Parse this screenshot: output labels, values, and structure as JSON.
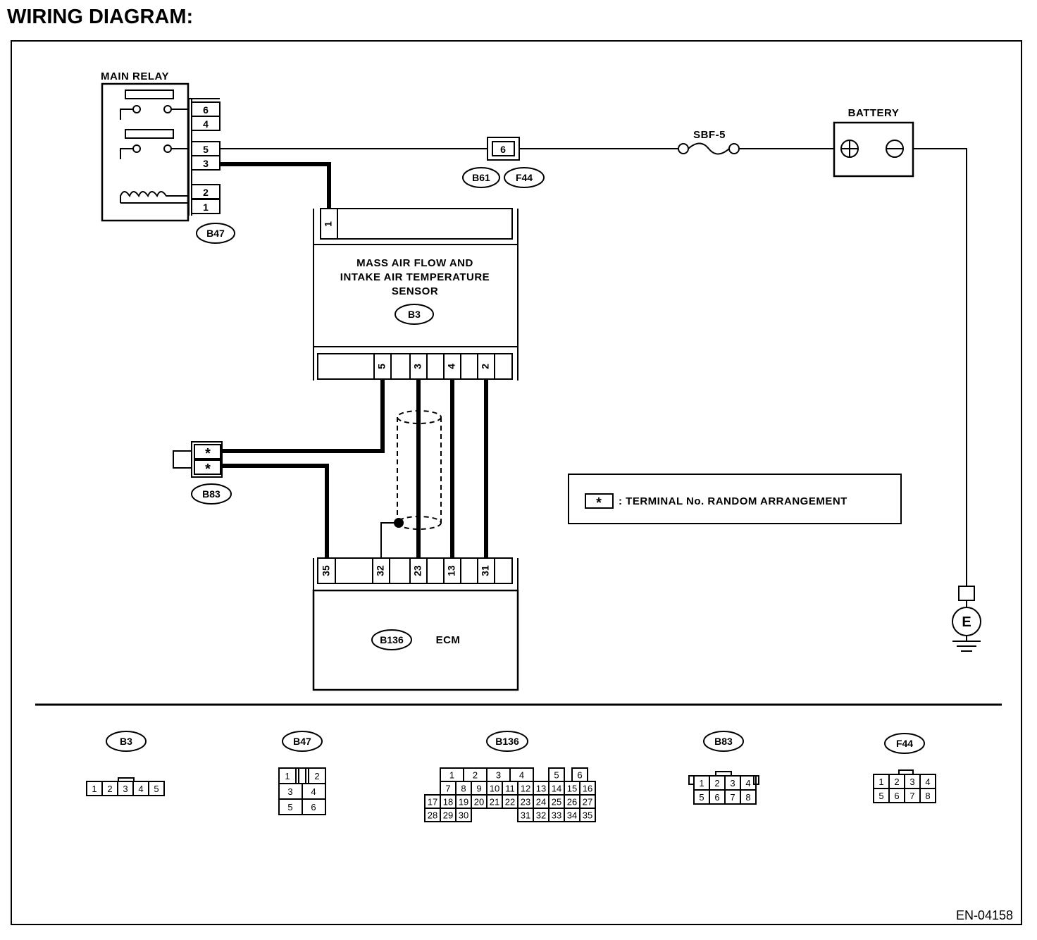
{
  "heading": "WIRING DIAGRAM:",
  "figure_id": "EN-04158",
  "components": {
    "main_relay": {
      "label": "MAIN RELAY",
      "connector": "B47",
      "pins": [
        "6",
        "4",
        "5",
        "3",
        "2",
        "1"
      ]
    },
    "battery": {
      "label": "BATTERY"
    },
    "fuse": {
      "label": "SBF-5"
    },
    "joint_connector": {
      "pin": "6",
      "tags": [
        "B61",
        "F44"
      ]
    },
    "maf_sensor": {
      "label_lines": [
        "MASS AIR FLOW AND",
        "INTAKE AIR TEMPERATURE",
        "SENSOR"
      ],
      "connector": "B3",
      "top_pin": "1",
      "bottom_pins": [
        "5",
        "3",
        "4",
        "2"
      ]
    },
    "b83_connector": {
      "connector": "B83",
      "pins": [
        "*",
        "*"
      ]
    },
    "ecm": {
      "label": "ECM",
      "connector": "B136",
      "pins": [
        "35",
        "32",
        "23",
        "13",
        "31"
      ]
    },
    "ground": {
      "label": "E"
    }
  },
  "legend": {
    "symbol": "*",
    "text": ": TERMINAL No. RANDOM ARRANGEMENT"
  },
  "connector_views": {
    "b3": {
      "tag": "B3",
      "rows": [
        [
          "1",
          "2",
          "3",
          "4",
          "5"
        ]
      ]
    },
    "b47": {
      "tag": "B47",
      "rows": [
        [
          "1",
          "2"
        ],
        [
          "3",
          "4"
        ],
        [
          "5",
          "6"
        ]
      ]
    },
    "b136": {
      "tag": "B136",
      "rows": [
        [
          "1",
          "2",
          "3",
          "4",
          "5",
          "6"
        ],
        [
          "7",
          "8",
          "9",
          "10",
          "11",
          "12",
          "13",
          "14",
          "15",
          "16"
        ],
        [
          "17",
          "18",
          "19",
          "20",
          "21",
          "22",
          "23",
          "24",
          "25",
          "26",
          "27"
        ],
        [
          "28",
          "29",
          "30",
          "31",
          "32",
          "33",
          "34",
          "35"
        ]
      ]
    },
    "b83": {
      "tag": "B83",
      "rows": [
        [
          "1",
          "2",
          "3",
          "4"
        ],
        [
          "5",
          "6",
          "7",
          "8"
        ]
      ]
    },
    "f44": {
      "tag": "F44",
      "rows": [
        [
          "1",
          "2",
          "3",
          "4"
        ],
        [
          "5",
          "6",
          "7",
          "8"
        ]
      ]
    }
  }
}
